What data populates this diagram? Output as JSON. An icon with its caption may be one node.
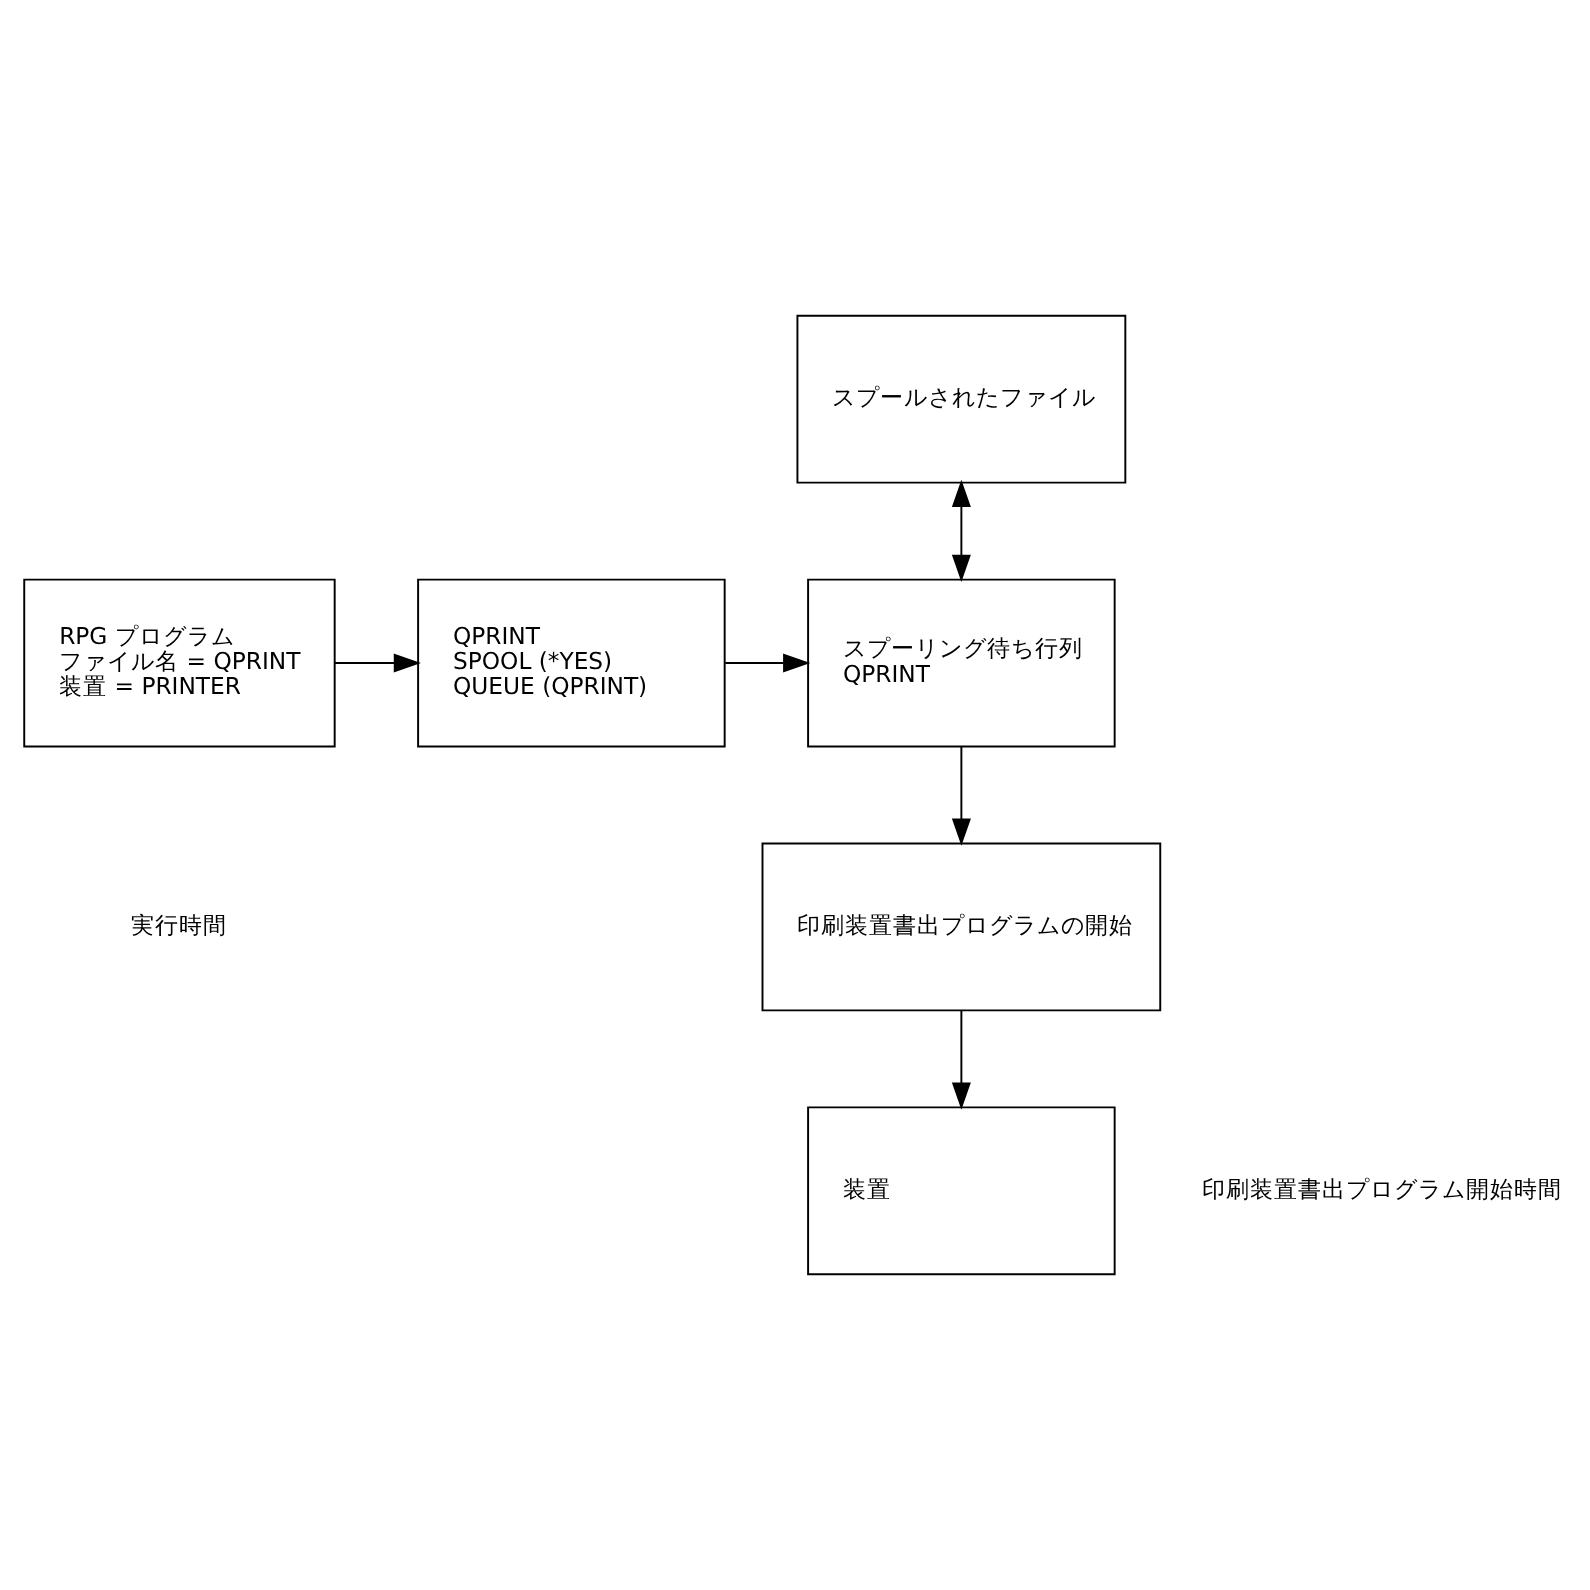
{
  "diagram": {
    "nodes": [
      {
        "text": [
          "RPG プログラム",
          "ファイル名 = QPRINT",
          "装置 = PRINTER"
        ]
      },
      {
        "text": [
          "QPRINT",
          "SPOOL (*YES)",
          "QUEUE (QPRINT)"
        ]
      },
      {
        "text": [
          "スプールされたファイル"
        ]
      },
      {
        "text": [
          "スプーリング待ち行列",
          "QPRINT"
        ]
      },
      {
        "text": [
          "印刷装置書出プログラムの開始"
        ]
      },
      {
        "text": [
          "装置"
        ]
      }
    ],
    "edges": [
      {
        "from": 0,
        "to": 1,
        "arrow": "to"
      },
      {
        "from": 2,
        "to": 3,
        "arrow": "both"
      },
      {
        "from": 1,
        "to": 3,
        "arrow": "to"
      },
      {
        "from": 3,
        "to": 4,
        "arrow": "to"
      },
      {
        "from": 4,
        "to": 5,
        "arrow": "to"
      }
    ],
    "labels": [
      "実行時間",
      "印刷装置書出プログラム開始時間"
    ]
  }
}
